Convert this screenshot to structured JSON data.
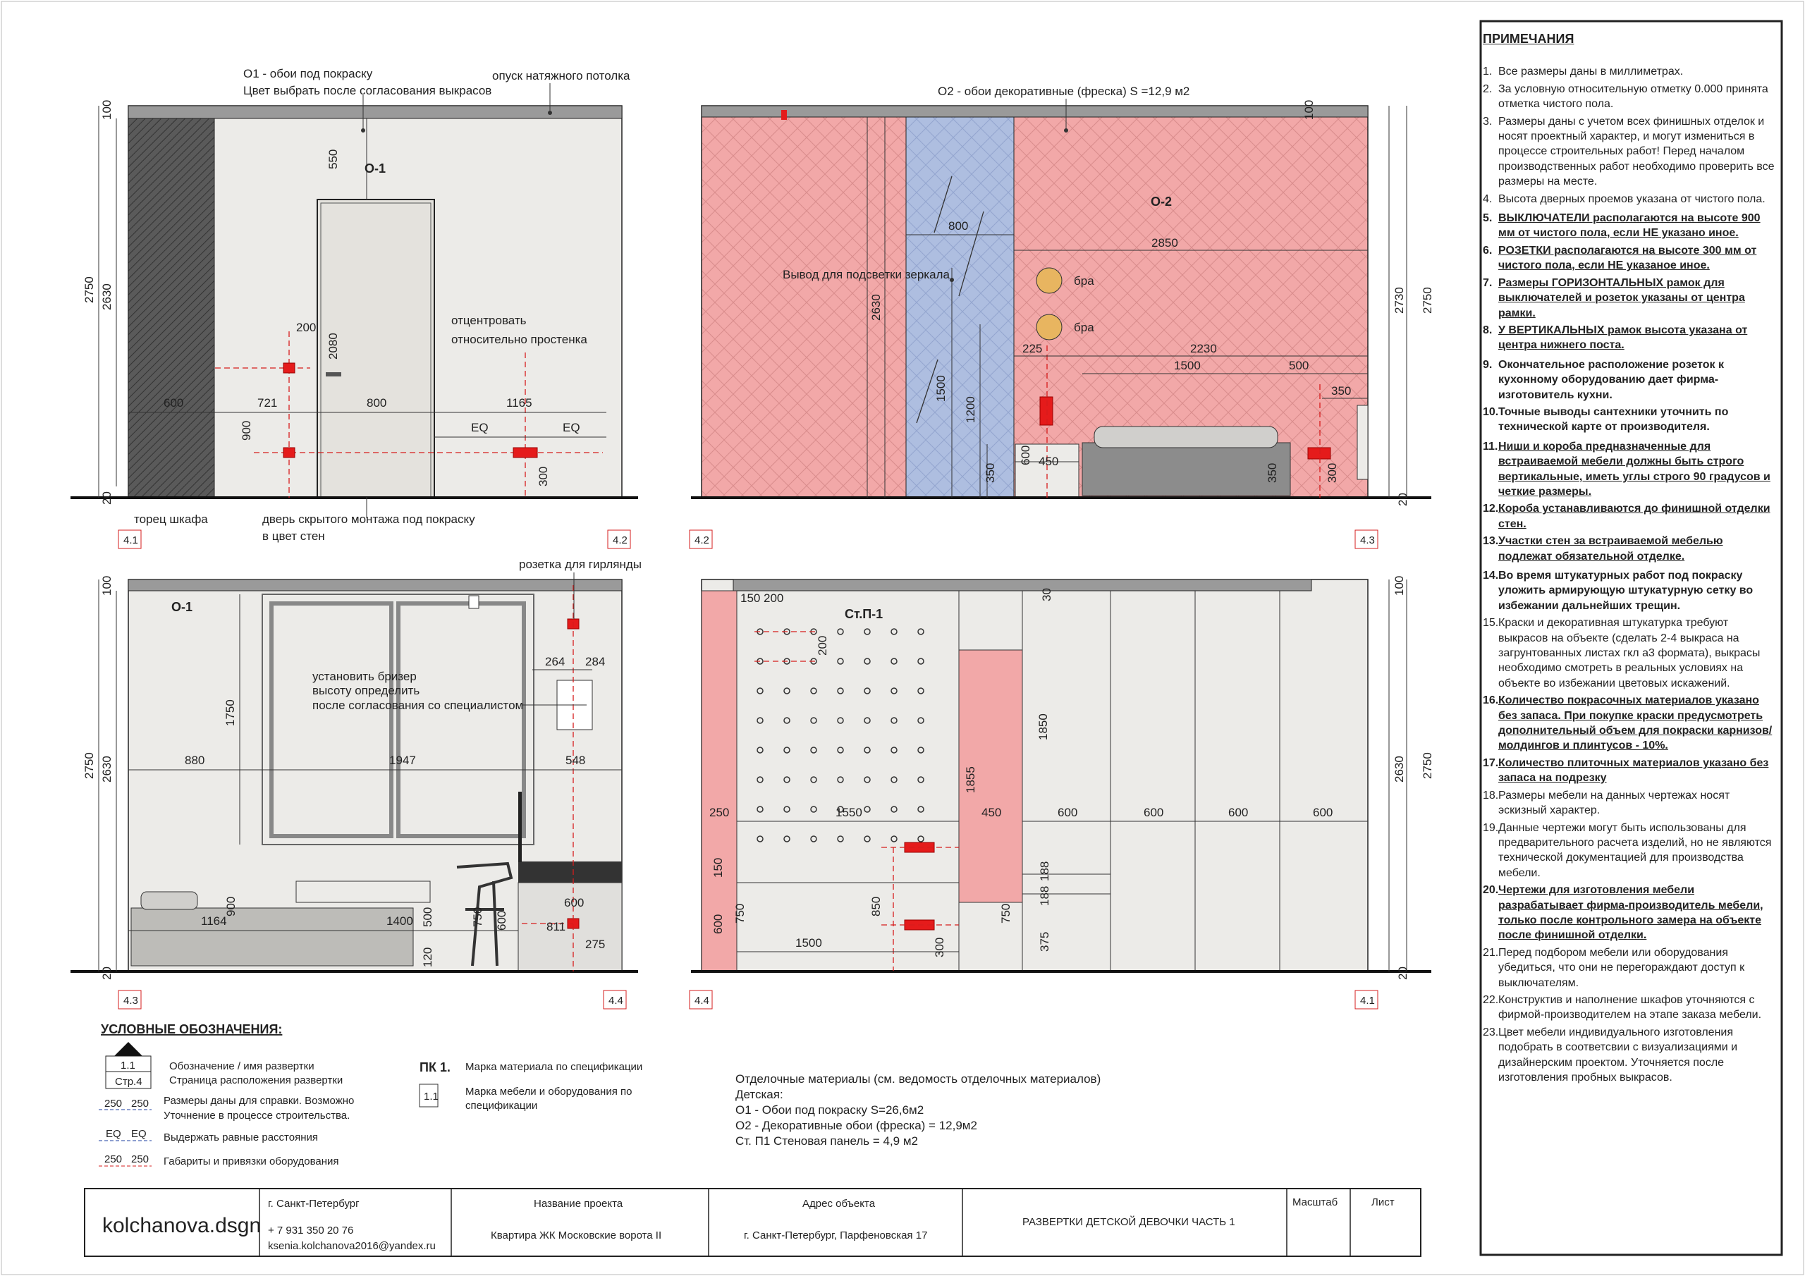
{
  "colors": {
    "wall_pink": "#f2a8a8",
    "mirror_blue": "#aebee0",
    "wall_grey": "#ecebe8",
    "column_dark": "#5a5a5a",
    "accent_red": "#d61c1c",
    "outlet_red": "#e51b1b"
  },
  "view1": {
    "label_o1": "О1 - обои под покраску",
    "label_o1_color": "Цвет выбрать после согласования выкрасов",
    "label_ceiling": "опуск натяжного потолка",
    "tag": "О-1",
    "label_center": "отцентровать",
    "label_center2": "относительно простенка",
    "label_cabinet": "торец шкафа",
    "label_door": "дверь скрытого монтажа под покраску",
    "label_door2": "в цвет стен",
    "dims": {
      "h_total": "2750",
      "h_wall": "2630",
      "h_top": "100",
      "h_bottom": "20",
      "d550": "550",
      "d2080": "2080",
      "d200": "200",
      "d900": "900",
      "d600": "600",
      "d721": "721",
      "d800": "800",
      "d1165": "1165",
      "eq1": "EQ",
      "eq2": "EQ",
      "d300": "300"
    },
    "markers": [
      "4.1",
      "4.2"
    ]
  },
  "view2": {
    "label_o2": "О2 - обои декоративные (фреска) S =12,9 м2",
    "tag": "О-2",
    "label_mirror": "Вывод для подсветки зеркала",
    "label_bra1": "бра",
    "label_bra2": "бра",
    "dims": {
      "d100": "100",
      "d800": "800",
      "d2850": "2850",
      "d2630": "2630",
      "d2730": "2730",
      "d2750": "2750",
      "d225": "225",
      "d2230": "2230",
      "d1500a": "1500",
      "d500": "500",
      "d350a": "350",
      "d1500v": "1500",
      "d1200": "1200",
      "d350b": "350",
      "d600": "600",
      "d450": "450",
      "d350c": "350",
      "d300": "300",
      "d20": "20"
    },
    "markers": [
      "4.2",
      "4.3"
    ]
  },
  "view3": {
    "label_garland": "розетка для гирлянды",
    "tag": "О-1",
    "label_breather1": "установить бризер",
    "label_breather2": "высоту определить",
    "label_breather3": "после согласования со специалистом",
    "dims": {
      "d100": "100",
      "d2750": "2750",
      "d2630": "2630",
      "d1750": "1750",
      "d264": "264",
      "d284": "284",
      "d880": "880",
      "d1947": "1947",
      "d548": "548",
      "d900": "900",
      "d1164": "1164",
      "d1400": "1400",
      "d500": "500",
      "d750": "750",
      "d600a": "600",
      "d600b": "600",
      "d811": "811",
      "d275": "275",
      "d120": "120",
      "d20": "20"
    },
    "markers": [
      "4.3",
      "4.4"
    ]
  },
  "view4": {
    "tag": "Ст.П-1",
    "dims": {
      "d150": "150",
      "d200a": "200",
      "d200b": "200",
      "d30": "30",
      "d100": "100",
      "d2630": "2630",
      "d2750": "2750",
      "d1850": "1850",
      "d1855": "1855",
      "d250": "250",
      "d1550": "1550",
      "d450": "450",
      "d600a": "600",
      "d600b": "600",
      "d600c": "600",
      "d600d": "600",
      "d150b": "150",
      "d188a": "188",
      "d188b": "188",
      "d750a": "750",
      "d750b": "750",
      "d600e": "600",
      "d850": "850",
      "d375": "375",
      "d1500": "1500",
      "d300": "300",
      "d20": "20"
    },
    "markers": [
      "4.4",
      "4.1"
    ]
  },
  "legend": {
    "title": "УСЛОВНЫЕ ОБОЗНАЧЕНИЯ:",
    "tag_top": "1.1",
    "tag_bottom": "Стр.4",
    "tag_desc1": "Обозначение / имя развертки",
    "tag_desc2": "Страница расположения развертки",
    "blue_a": "250",
    "blue_b": "250",
    "blue_desc1": "Размеры даны для справки. Возможно",
    "blue_desc2": "Уточнение в процессе строительства.",
    "eq_a": "EQ",
    "eq_b": "EQ",
    "eq_desc": "Выдержать равные расстояния",
    "red_a": "250",
    "red_b": "250",
    "red_desc": "Габариты и привязки оборудования",
    "pk": "ПК 1.",
    "pk_desc": "Марка материала по спецификации",
    "box": "1.1",
    "box_desc1": "Марка мебели и оборудования по",
    "box_desc2": "спецификации"
  },
  "materials": {
    "title": "Отделочные материалы (см. ведомость отделочных материалов)",
    "room": "Детская:",
    "line1": "О1 - Обои под покраску S=26,6м2",
    "line2": "О2 - Декоративные обои (фреска) = 12,9м2",
    "line3": "Ст. П1 Стеновая панель = 4,9 м2"
  },
  "titleblock": {
    "logo": "kolchanova.dsgn",
    "city": "г. Санкт-Петербург",
    "phone": "+ 7 931 350 20 76",
    "email": "ksenia.kolchanova2016@yandex.ru",
    "project_label": "Название проекта",
    "project": "Квартира ЖК Московские ворота II",
    "address_label": "Адрес объекта",
    "address": "г. Санкт-Петербург, Парфеновская 17",
    "sheet_title": "РАЗВЕРТКИ ДЕТСКОЙ ДЕВОЧКИ ЧАСТЬ 1",
    "scale_label": "Масштаб",
    "sheet_label": "Лист"
  },
  "notes": {
    "title": "ПРИМЕЧАНИЯ",
    "items": [
      {
        "n": "1.",
        "t": "Все размеры даны в миллиметрах.",
        "s": ""
      },
      {
        "n": "2.",
        "t": "За условную относительную отметку 0.000 принята отметка чистого пола.",
        "s": ""
      },
      {
        "n": "3.",
        "t": "Размеры даны с учетом всех финишных отделок и носят проектный характер, и могут измениться в процессе строительных работ! Перед началом производственных работ необходимо проверить все размеры на месте.",
        "s": ""
      },
      {
        "n": "4.",
        "t": "Высота дверных проемов указана от чистого пола.",
        "s": ""
      },
      {
        "n": "5.",
        "t": "ВЫКЛЮЧАТЕЛИ располагаются на высоте 900 мм от чистого пола, если НЕ указано иное.",
        "s": "bu"
      },
      {
        "n": "6.",
        "t": "РОЗЕТКИ располагаются на высоте 300 мм от чистого пола, если НЕ указаное иное.",
        "s": "bu"
      },
      {
        "n": "7.",
        "t": "Размеры ГОРИЗОНТАЛЬНЫХ рамок для выключателей и розеток указаны от центра рамки.",
        "s": "bu"
      },
      {
        "n": "8.",
        "t": "У ВЕРТИКАЛЬНЫХ рамок высота указана от центра нижнего поста.",
        "s": "bu"
      },
      {
        "n": "9.",
        "t": "Окончательное расположение розеток к кухонному оборудованию дает фирма-изготовитель кухни.",
        "s": "b"
      },
      {
        "n": "10.",
        "t": "Точные выводы сантехники уточнить по технической карте от производителя.",
        "s": "b"
      },
      {
        "n": "11.",
        "t": "Ниши и короба предназначенные для встраиваемой мебели должны быть строго вертикальные, иметь углы строго 90 градусов и четкие размеры.",
        "s": "bu"
      },
      {
        "n": "12.",
        "t": "Короба устанавливаются до финишной отделки стен.",
        "s": "bu"
      },
      {
        "n": "13.",
        "t": "Участки стен за встраиваемой мебелью подлежат обязательной отделке.",
        "s": "bu"
      },
      {
        "n": "14.",
        "t": "Во время штукатурных работ под покраску уложить армирующую штукатурную сетку во избежании дальнейших трещин.",
        "s": "b"
      },
      {
        "n": "15.",
        "t": "Краски и декоративная штукатурка требуют выкрасов на объекте (сделать 2-4 выкраса на загрунтованных листах гкл а3 формата), выкрасы необходимо смотреть в реальных условиях на объекте во избежании цветовых искажений.",
        "s": ""
      },
      {
        "n": "16.",
        "t": "Количество покрасочных материалов указано без запаса. При покупке краски предусмотреть дополнительный объем для покраски карнизов/молдингов и плинтусов - 10%.",
        "s": "bu"
      },
      {
        "n": "17.",
        "t": "Количество плиточных материалов указано без запаса на подрезку",
        "s": "bu"
      },
      {
        "n": "18.",
        "t": "Размеры мебели на данных чертежах носят эскизный характер.",
        "s": ""
      },
      {
        "n": "19.",
        "t": "Данные чертежи могут быть использованы для предварительного расчета изделий, но не являются технической документацией для производства мебели.",
        "s": ""
      },
      {
        "n": "20.",
        "t": "Чертежи для изготовления мебели разрабатывает фирма-производитель мебели, только после контрольного замера на объекте после финишной отделки.",
        "s": "bu"
      },
      {
        "n": "21.",
        "t": "Перед подбором мебели или оборудования убедиться, что они не перегораждают доступ к выключателям.",
        "s": ""
      },
      {
        "n": "22.",
        "t": "Конструктив и наполнение шкафов уточняются с фирмой-производителем на этапе заказа мебели.",
        "s": ""
      },
      {
        "n": "23.",
        "t": "Цвет мебели индивидуального изготовления подобрать в соответсвии с визуализациями и дизайнерским проектом. Уточняется после изготовления пробных выкрасов.",
        "s": ""
      }
    ]
  }
}
